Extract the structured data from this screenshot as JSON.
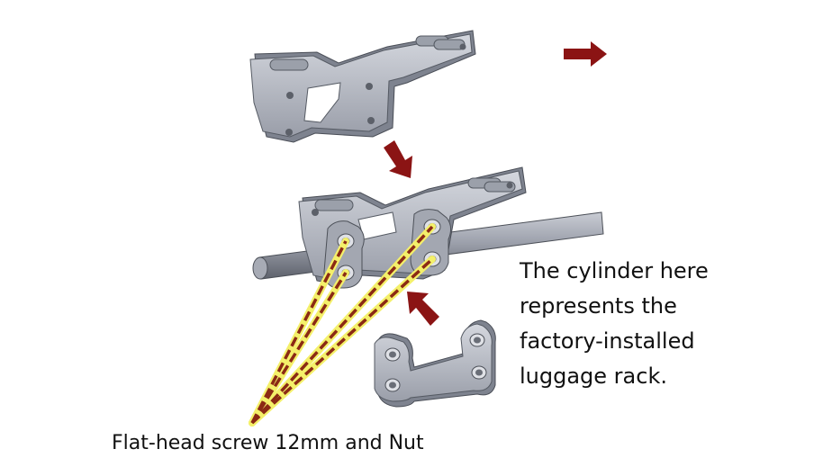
{
  "annotations": {
    "cylinder_note": [
      "The cylinder here",
      "represents the",
      "factory-installed",
      "luggage rack."
    ],
    "screw_note": "Flat-head screw 12mm and Nut"
  },
  "colors": {
    "arrow": "#8b1414",
    "part_face": "#b8bcc7",
    "part_dark": "#7e838f",
    "guide_dash": "#8b2a14",
    "guide_glow": "#f4f06a"
  }
}
